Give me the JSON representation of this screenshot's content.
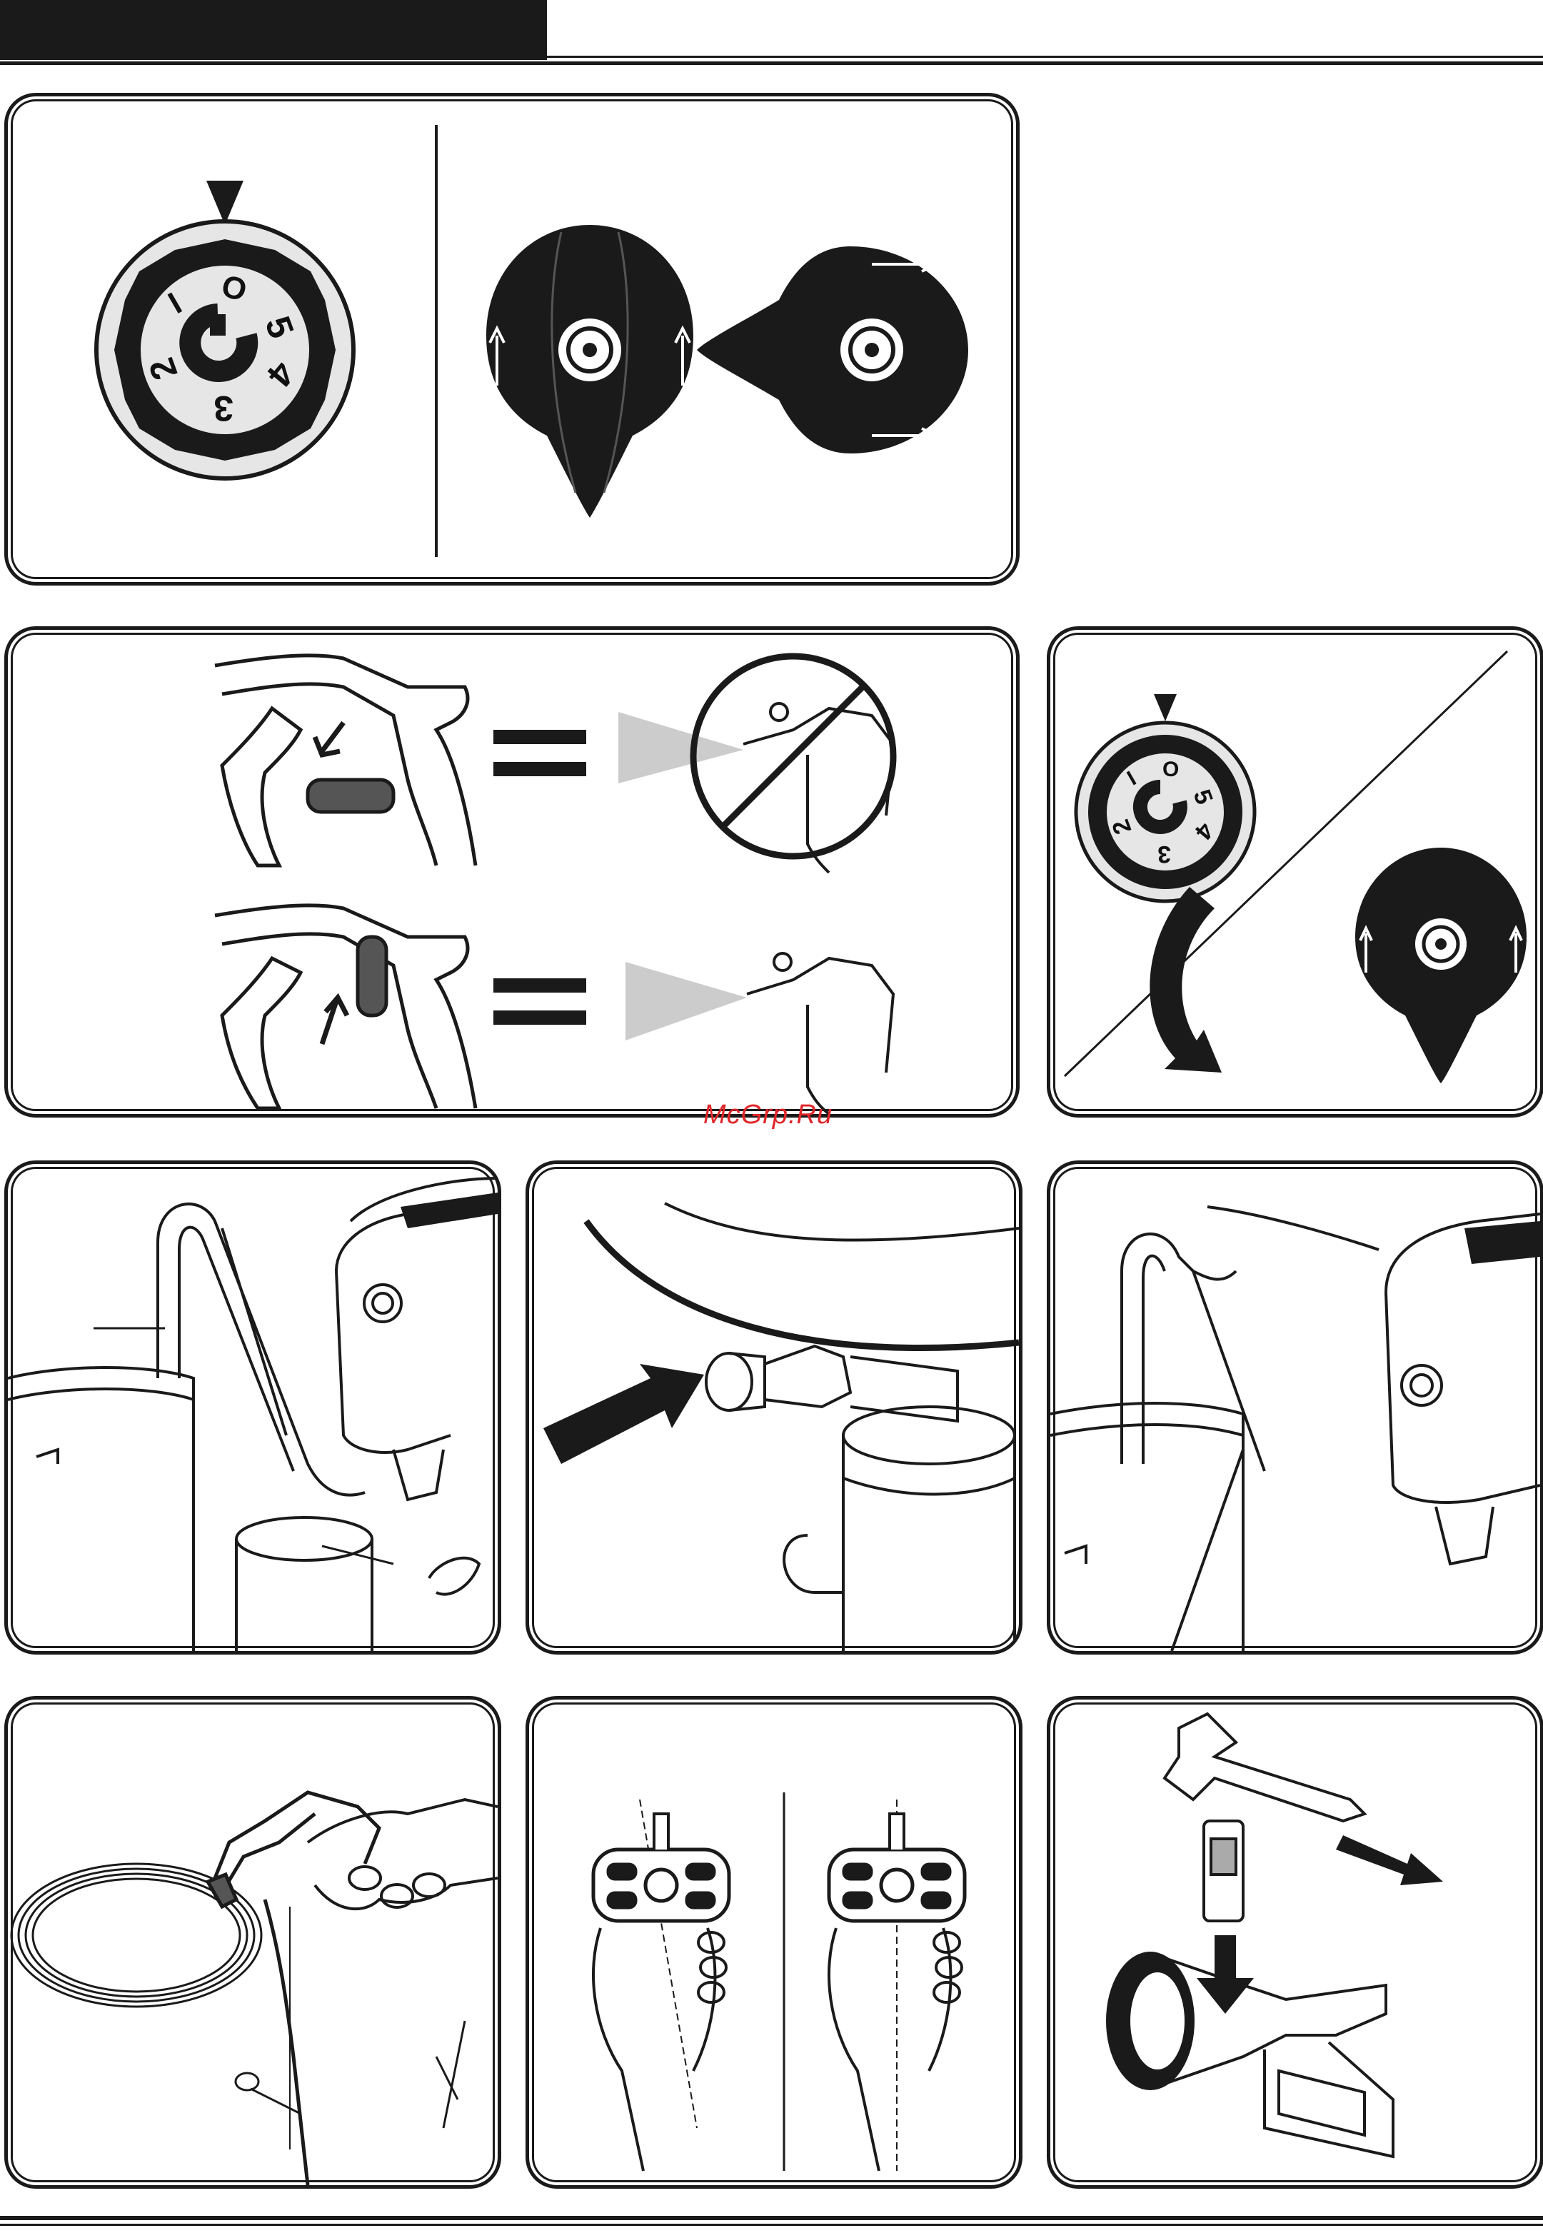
{
  "watermark": "McGrp.Ru",
  "dial": {
    "labels": [
      "O",
      "I",
      "2",
      "3",
      "4",
      "5"
    ]
  },
  "colors": {
    "ink": "#1a1a1a",
    "spray": "#cccccc",
    "watermark": "#e0262a",
    "dial_face": "#e6e6e6"
  },
  "icons": {
    "pressure_dial": "pressure-dial-icon",
    "prime_valve": "prime-valve-icon",
    "trigger_lock": "trigger-lock-icon",
    "spray_gun": "spray-gun-icon",
    "no_symbol": "prohibited-icon",
    "equals": "equals-icon",
    "arrow": "arrow-icon",
    "bucket": "bucket-icon",
    "hose": "hose-icon",
    "filter": "inlet-filter-icon",
    "tip_guard": "tip-guard-icon",
    "tip_key": "spray-tip-icon"
  }
}
